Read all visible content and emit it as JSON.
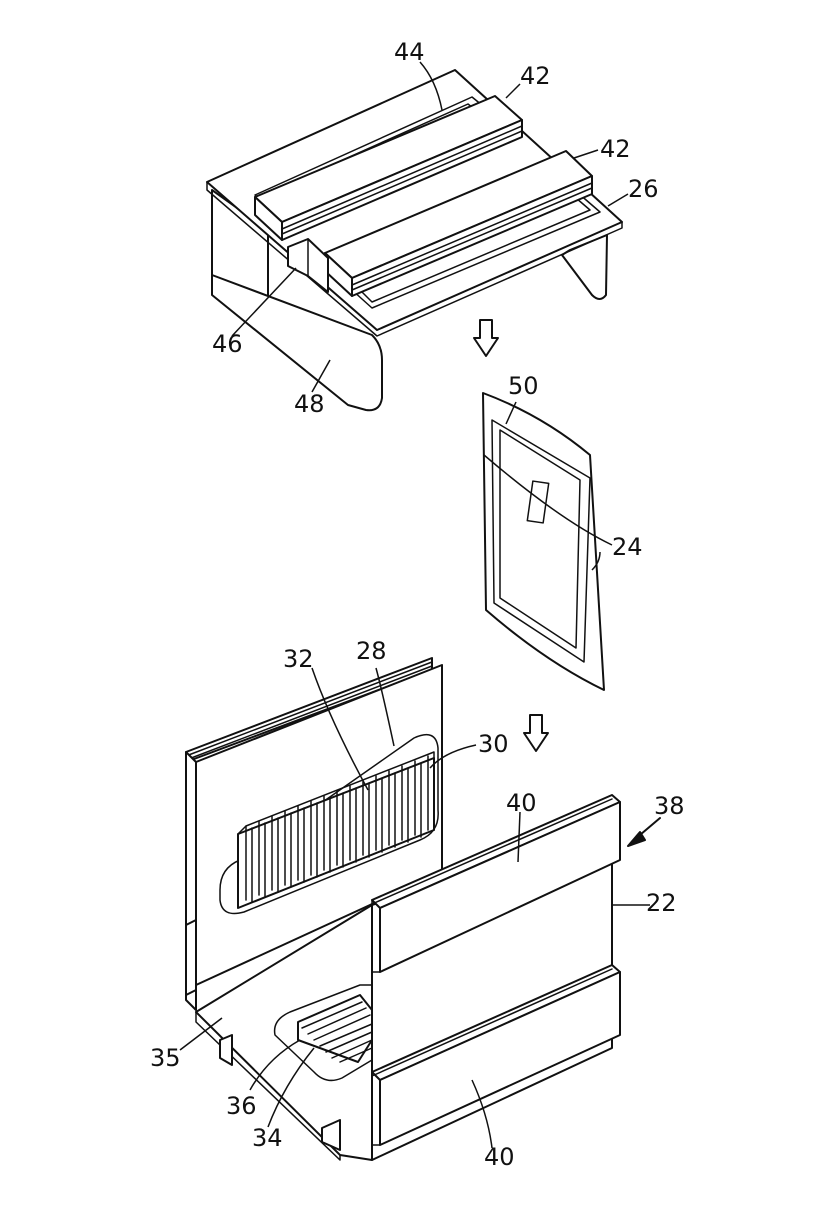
{
  "labels": {
    "l44": "44",
    "l42a": "42",
    "l42b": "42",
    "l26": "26",
    "l46": "46",
    "l48": "48",
    "l50": "50",
    "l24": "24",
    "l32": "32",
    "l28": "28",
    "l30": "30",
    "l40a": "40",
    "l38": "38",
    "l22": "22",
    "l35": "35",
    "l36": "36",
    "l34": "34",
    "l40b": "40"
  },
  "arrows": [
    "down-arrow",
    "down-arrow"
  ]
}
